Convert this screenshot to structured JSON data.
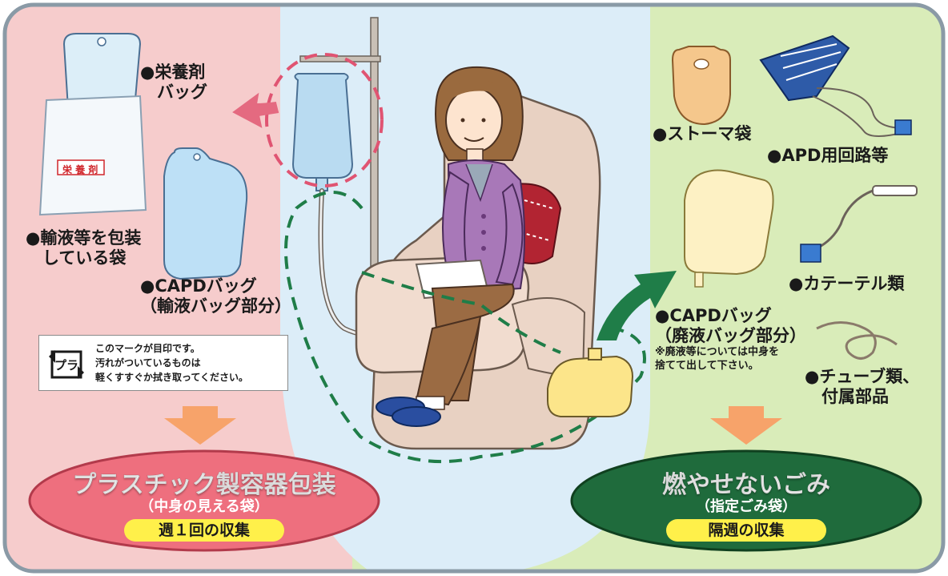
{
  "left": {
    "nutrition_bag": "●栄養剤\n　バッグ",
    "bag_print": "栄 養 剤",
    "packaging_bag": "●輸液等を包装\n　している袋",
    "capd_bag": "●CAPDバッグ\n（輸液バッグ部分）"
  },
  "notice": {
    "mark_text": "プラ",
    "text": "このマークが目印です。\n汚れがついているものは\n軽くすすぐか拭き取ってください。"
  },
  "right": {
    "stoma_bag": "●ストーマ袋",
    "apd_circuit": "●APD用回路等",
    "catheter": "●カテーテル類",
    "capd_bag": "●CAPDバッグ\n（廃液バッグ部分）",
    "drainage_note": "※廃液等については中身を\n捨てて出して下さい。",
    "tubes": "●チューブ類、\n　付属部品"
  },
  "left_pill": {
    "title": "プラスチック製容器包装",
    "subtitle": "（中身の見える袋）",
    "badge": "週１回の収集"
  },
  "right_pill": {
    "title": "燃やせないごみ",
    "subtitle": "（指定ごみ袋）",
    "badge": "隔週の収集"
  },
  "colors": {
    "left_bg": "#f6cccc",
    "center_bg": "#dcedf8",
    "right_bg": "#d9ecb9",
    "plastic_pill": "#ee6f7e",
    "nonburnable_pill": "#1f6b3c",
    "badge": "#fff04a",
    "arrow": "#f7a36a"
  }
}
